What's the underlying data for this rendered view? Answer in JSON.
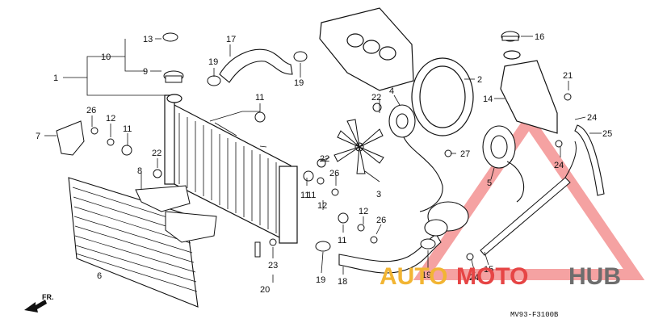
{
  "diagram_code": "MV93-F3100B",
  "front_indicator": "FR.",
  "watermark": {
    "part1": "AUTO",
    "part2": "MOTO",
    "part3": "HUB",
    "color_auto": "#f2b533",
    "color_moto": "#e64545",
    "color_hub": "#6d6d6d"
  },
  "callouts": [
    {
      "id": "c1",
      "label": "1"
    },
    {
      "id": "c10",
      "label": "10"
    },
    {
      "id": "c13",
      "label": "13"
    },
    {
      "id": "c9",
      "label": "9"
    },
    {
      "id": "c17",
      "label": "17"
    },
    {
      "id": "c19a",
      "label": "19"
    },
    {
      "id": "c19b",
      "label": "19"
    },
    {
      "id": "c11a",
      "label": "11"
    },
    {
      "id": "c26a",
      "label": "26"
    },
    {
      "id": "c12a",
      "label": "12"
    },
    {
      "id": "c11b",
      "label": "11"
    },
    {
      "id": "c7",
      "label": "7"
    },
    {
      "id": "c22a",
      "label": "22"
    },
    {
      "id": "c8",
      "label": "8"
    },
    {
      "id": "c6",
      "label": "6"
    },
    {
      "id": "c11c",
      "label": "11"
    },
    {
      "id": "c22b",
      "label": "22"
    },
    {
      "id": "c26b",
      "label": "26"
    },
    {
      "id": "c11d",
      "label": "11"
    },
    {
      "id": "c12b",
      "label": "12"
    },
    {
      "id": "c11e",
      "label": "11"
    },
    {
      "id": "c12c",
      "label": "12"
    },
    {
      "id": "c26c",
      "label": "26"
    },
    {
      "id": "c23",
      "label": "23"
    },
    {
      "id": "c20",
      "label": "20"
    },
    {
      "id": "c19c",
      "label": "19"
    },
    {
      "id": "c18",
      "label": "18"
    },
    {
      "id": "c3",
      "label": "3"
    },
    {
      "id": "c22c",
      "label": "22"
    },
    {
      "id": "c4",
      "label": "4"
    },
    {
      "id": "c2",
      "label": "2"
    },
    {
      "id": "c27",
      "label": "27"
    },
    {
      "id": "c19d",
      "label": "19"
    },
    {
      "id": "c5",
      "label": "5"
    },
    {
      "id": "c16",
      "label": "16"
    },
    {
      "id": "c14",
      "label": "14"
    },
    {
      "id": "c21",
      "label": "21"
    },
    {
      "id": "c24a",
      "label": "24"
    },
    {
      "id": "c25",
      "label": "25"
    },
    {
      "id": "c24b",
      "label": "24"
    },
    {
      "id": "c15",
      "label": "15"
    },
    {
      "id": "c24c",
      "label": "24"
    }
  ]
}
